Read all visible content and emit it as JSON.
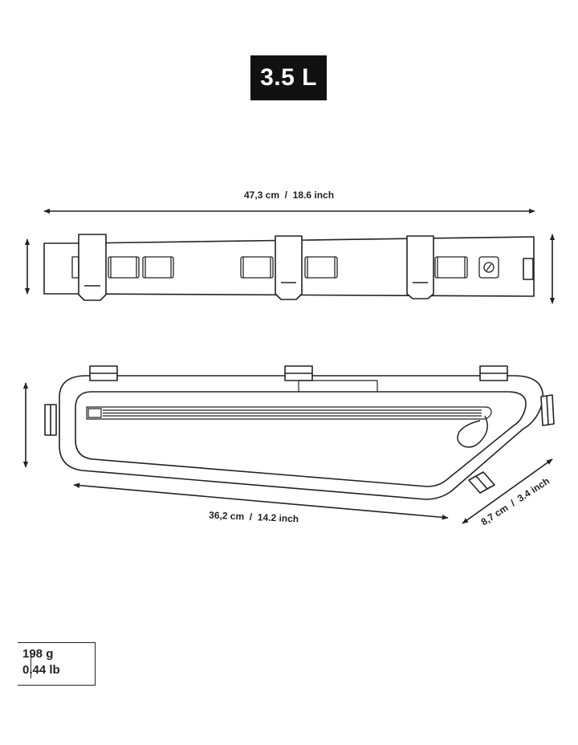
{
  "capacity": "3.5 L",
  "dimensions": {
    "length_top": "47,3 cm  /  18.6 inch",
    "length_bottom": "36,2 cm  /  14.2 inch",
    "width": "8,7 cm  /  3.4 inch"
  },
  "weight": {
    "grams": "198 g",
    "pounds": "0.44 lb"
  }
}
